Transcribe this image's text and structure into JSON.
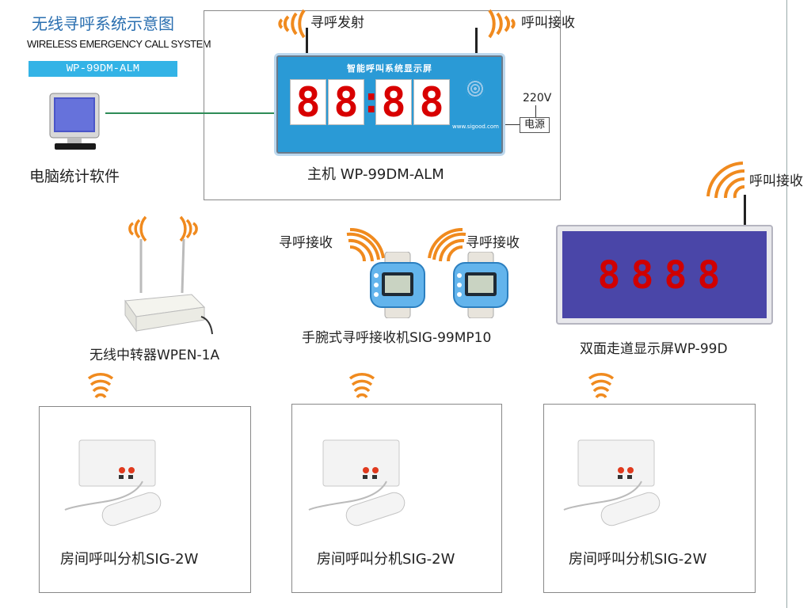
{
  "header": {
    "title": "无线寻呼系统示意图",
    "subtitle": "WIRELESS EMERGENCY CALL SYSTEM",
    "model": "WP-99DM-ALM"
  },
  "colors": {
    "banner": "#33b3e6",
    "panel_blue": "#2a9ad6",
    "digit_red": "#d80000",
    "wave_orange": "#f08a1e",
    "wall_display": "#4a46a8",
    "connector_line": "#2e8b57"
  },
  "main_unit": {
    "tx_label": "寻呼发射",
    "rx_label": "呼叫接收",
    "panel_title": "智能呼叫系统显示屏",
    "digits": [
      "8",
      "8",
      "8",
      "8"
    ],
    "colon": ":",
    "website": "www.sigood.com",
    "voltage": "220V",
    "power_label": "电源",
    "caption": "主机 WP-99DM-ALM"
  },
  "computer": {
    "caption": "电脑统计软件",
    "icon": "crt-monitor-icon"
  },
  "repeater": {
    "caption": "无线中转器WPEN-1A"
  },
  "watches": {
    "rx_label_left": "寻呼接收",
    "rx_label_right": "寻呼接收",
    "caption": "手腕式寻呼接收机SIG-99MP10"
  },
  "corridor_display": {
    "rx_label": "呼叫接收",
    "digits": [
      "8",
      "8",
      "8",
      "8"
    ],
    "caption": "双面走道显示屏WP-99D"
  },
  "rooms": [
    {
      "caption": "房间呼叫分机SIG-2W"
    },
    {
      "caption": "房间呼叫分机SIG-2W"
    },
    {
      "caption": "房间呼叫分机SIG-2W"
    }
  ]
}
